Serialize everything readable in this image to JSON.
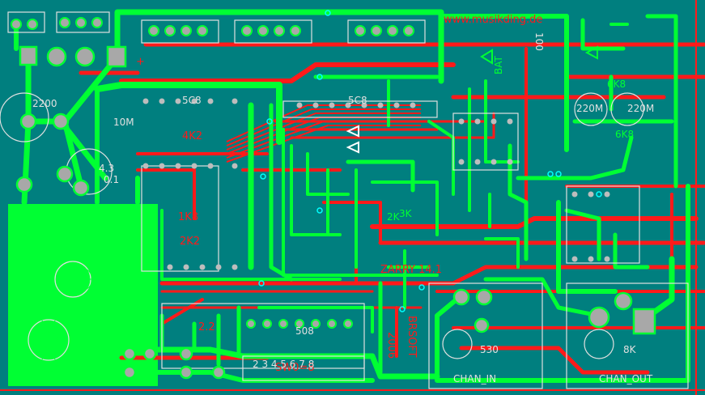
{
  "board": {
    "colors": {
      "background": "#007f7f",
      "top_copper": "#00ff33",
      "bottom_copper": "#ff1a1a",
      "silkscreen": "#e0e0e0",
      "pad": "#a8a8a8",
      "via": "#00ffff"
    },
    "labels": {
      "website": "www.musikding.de",
      "designer": "BRSOFT",
      "year": "2006",
      "kit": "ZARRY 14.1",
      "switch": "SW0=8",
      "chan_in": "CHAN_IN",
      "chan_out": "CHAN_OUT",
      "cap_2200": "2200",
      "cap_220m_a": "220M",
      "cap_220m_b": "220M",
      "res_6k8_a": "6K8",
      "res_6k8_b": "6K8",
      "r_530": "530",
      "r_8k": "8K",
      "c_2_2": "2.2",
      "c_0_1": "0.1",
      "r_2k": "2K",
      "r_3k": "3K",
      "c_10m": "10M",
      "ic_508": "508",
      "ic_5c8": "5C8",
      "ic_5c8b": "5C8",
      "j_4k2": "4K2",
      "d_bat": "BAT",
      "r_100": "100",
      "r_43": "4.3",
      "r_1k8": "1K8",
      "r_2k2": "2K2",
      "pin_plus": "+",
      "dip_numbers": "2 3 4 5 6 7 8"
    }
  }
}
